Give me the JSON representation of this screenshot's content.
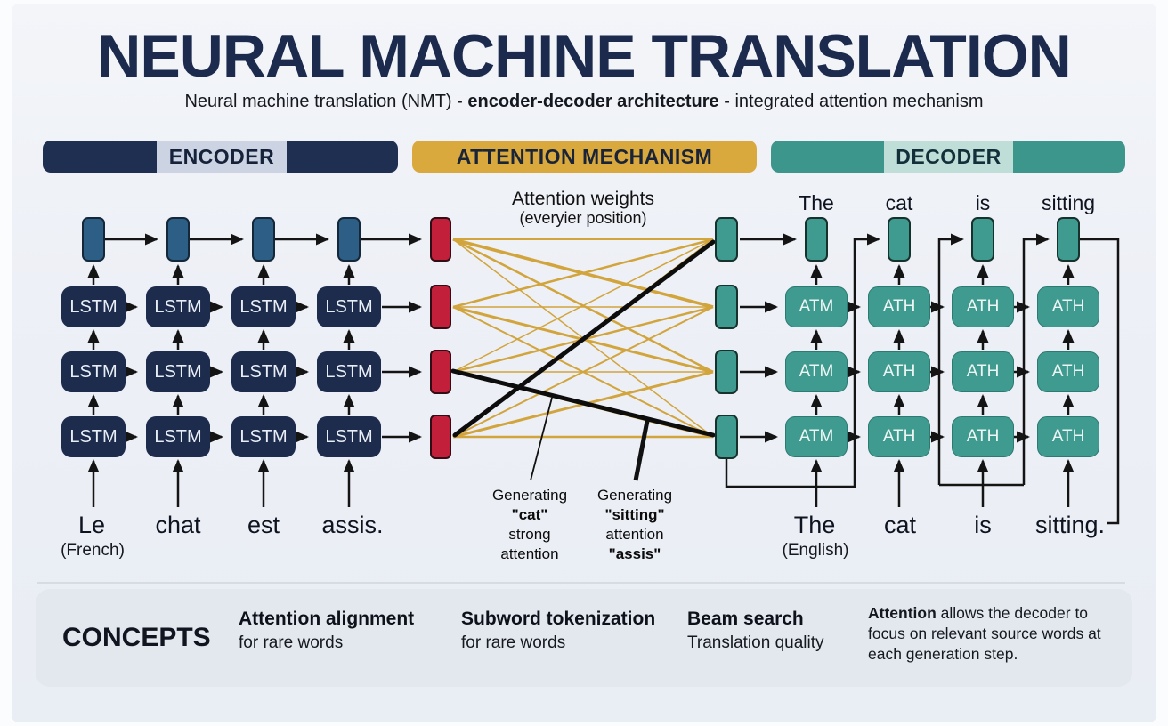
{
  "title": "NEURAL MACHINE TRANSLATION",
  "subtitle": {
    "pre": "Neural machine translation (NMT) - ",
    "bold": "encoder-decoder architecture",
    "post": " - integrated attention mechanism"
  },
  "sections": {
    "encoder": "ENCODER",
    "attention": "ATTENTION MECHANISM",
    "decoder": "DECODER"
  },
  "encoder": {
    "cell_label": "LSTM",
    "words": [
      "Le",
      "chat",
      "est",
      "assis."
    ],
    "language_note": "(French)"
  },
  "attention": {
    "title": "Attention weights",
    "subtitle": "(everyier position)",
    "annotation_cat": {
      "line1": "Generating",
      "line2": "\"cat\"",
      "line3": "strong",
      "line4": "attention"
    },
    "annotation_sitting": {
      "line1": "Generating",
      "line2": "\"sitting\"",
      "line3": "attention",
      "line4": "\"assis\""
    }
  },
  "decoder": {
    "grid": [
      [
        "ATM",
        "ATH",
        "ATH",
        "ATH"
      ],
      [
        "ATM",
        "ATH",
        "ATH",
        "ATH"
      ],
      [
        "ATM",
        "ATH",
        "ATH",
        "ATH"
      ]
    ],
    "words_top": [
      "The",
      "cat",
      "is",
      "sitting"
    ],
    "words_bottom": [
      "The",
      "cat",
      "is",
      "sitting."
    ],
    "language_note": "(English)"
  },
  "concepts": {
    "heading": "CONCEPTS",
    "items": [
      {
        "title": "Attention alignment",
        "subtitle": "for rare words"
      },
      {
        "title": "Subword tokenization",
        "subtitle": "for rare words"
      },
      {
        "title": "Beam search",
        "subtitle": "Translation quality"
      }
    ],
    "note": {
      "bold": "Attention",
      "text": " allows the decoder to focus on relevant source words at each generation step."
    }
  },
  "colors": {
    "navy": "#1d2c4d",
    "steel_blue": "#2d5f86",
    "red": "#c11f3a",
    "teal": "#3f9a90",
    "teal_light": "#bfded8",
    "gold": "#d9a93e",
    "gold_line": "#d2a43c",
    "encoder_light": "#ccd4e4",
    "background": "#edf0f6",
    "panel": "#e3e7ee",
    "title": "#1c2b4d"
  }
}
